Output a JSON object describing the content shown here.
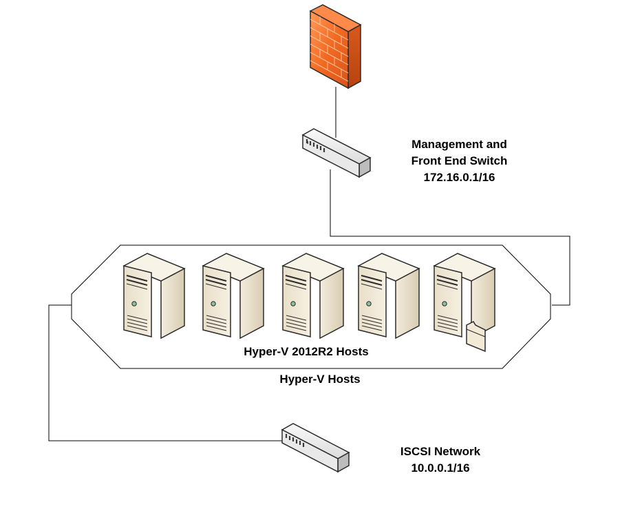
{
  "labels": {
    "mgmt_switch_line1": "Management and",
    "mgmt_switch_line2": "Front End Switch",
    "mgmt_switch_ip": "172.16.0.1/16",
    "hosts_inner": "Hyper-V 2012R2 Hosts",
    "hosts_outer": "Hyper-V Hosts",
    "iscsi_line1": "ISCSI Network",
    "iscsi_ip": "10.0.0.1/16"
  },
  "nodes": [
    {
      "id": "firewall",
      "icon": "firewall-icon"
    },
    {
      "id": "mgmt-switch",
      "icon": "network-switch-icon"
    },
    {
      "id": "host-1",
      "icon": "server-tower-icon"
    },
    {
      "id": "host-2",
      "icon": "server-tower-icon"
    },
    {
      "id": "host-3",
      "icon": "server-tower-icon"
    },
    {
      "id": "host-4",
      "icon": "server-tower-icon"
    },
    {
      "id": "host-5",
      "icon": "file-server-icon"
    },
    {
      "id": "iscsi-switch",
      "icon": "network-switch-icon"
    }
  ],
  "colors": {
    "firewall_front": "#f26a21",
    "server_front": "#ede4cf",
    "line": "#000000"
  }
}
